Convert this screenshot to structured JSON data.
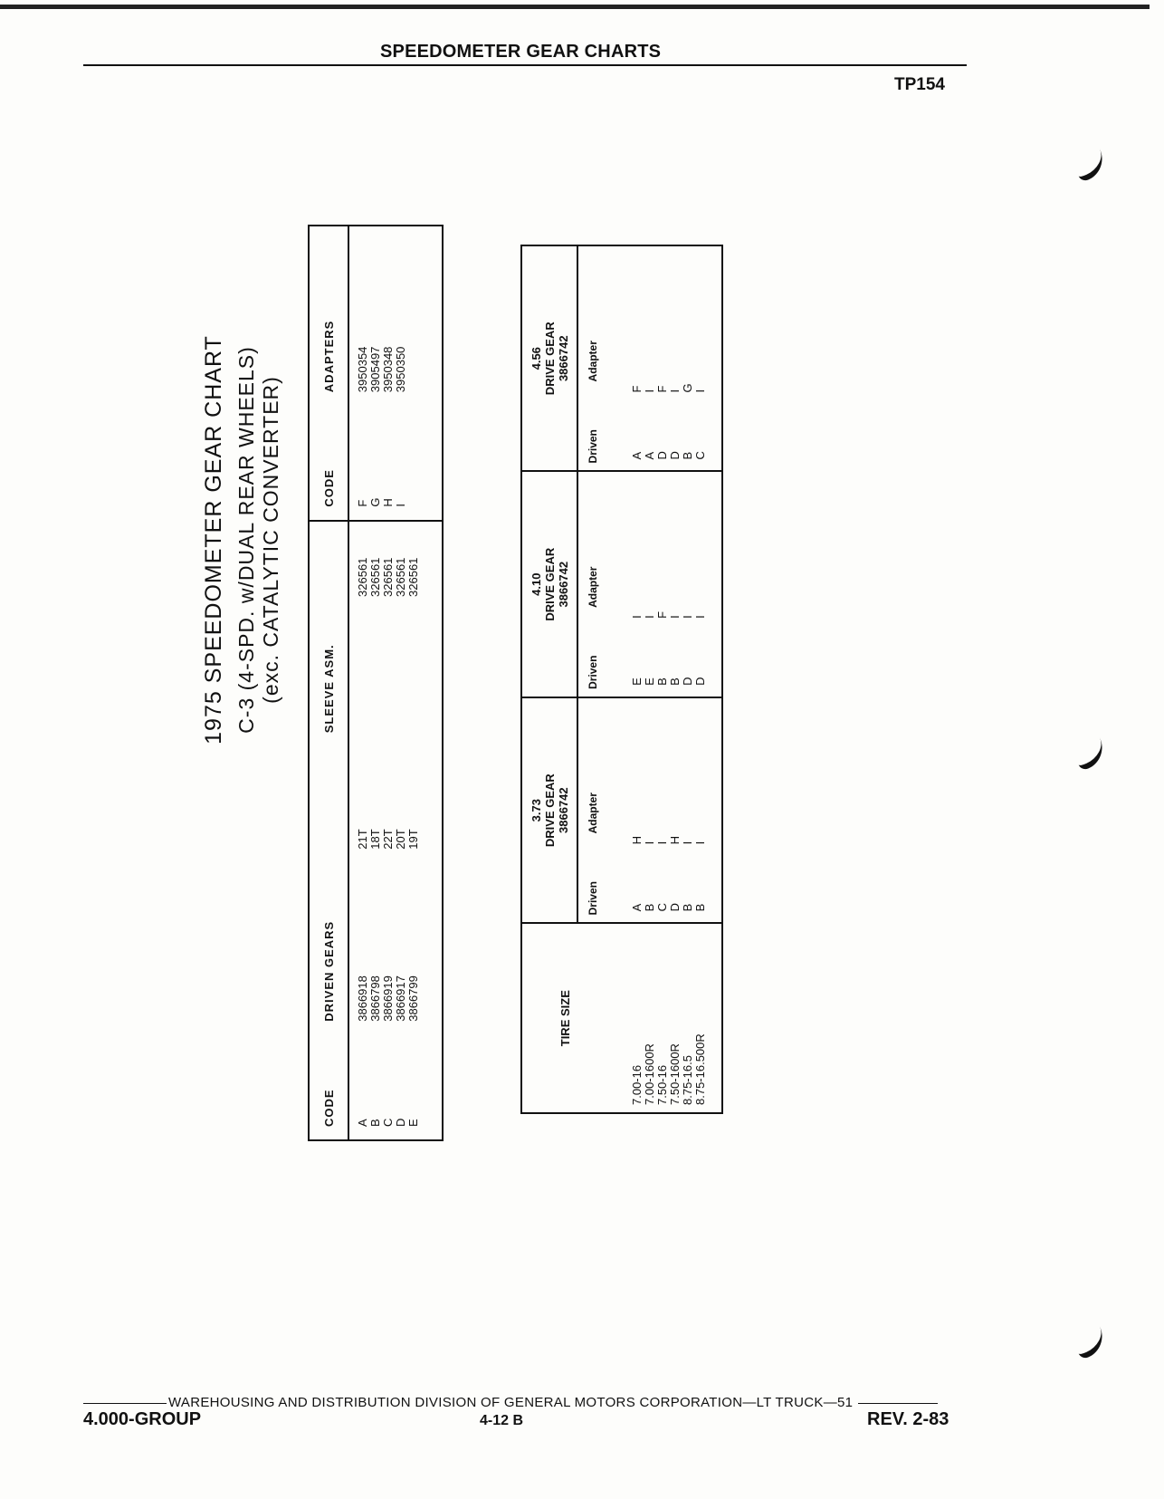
{
  "header": {
    "title": "SPEEDOMETER GEAR CHARTS",
    "page_code": "TP154"
  },
  "chart_title": {
    "line1": "1975 SPEEDOMETER GEAR CHART",
    "line2": "C-3 (4-SPD. w/DUAL REAR WHEELS)",
    "line3": "(exc. CATALYTIC CONVERTER)"
  },
  "gear_table": {
    "headers": {
      "code": "CODE",
      "driven_gears": "DRIVEN GEARS",
      "sleeve": "SLEEVE ASM.",
      "adapter_code": "CODE",
      "adapters": "ADAPTERS"
    },
    "driven_rows": [
      {
        "code": "A",
        "part": "3866918",
        "teeth": "21T",
        "sleeve": "326561"
      },
      {
        "code": "B",
        "part": "3866798",
        "teeth": "18T",
        "sleeve": "326561"
      },
      {
        "code": "C",
        "part": "3866919",
        "teeth": "22T",
        "sleeve": "326561"
      },
      {
        "code": "D",
        "part": "3866917",
        "teeth": "20T",
        "sleeve": "326561"
      },
      {
        "code": "E",
        "part": "3866799",
        "teeth": "19T",
        "sleeve": "326561"
      }
    ],
    "adapter_rows": [
      {
        "code": "F",
        "part": "3950354"
      },
      {
        "code": "G",
        "part": "3905497"
      },
      {
        "code": "H",
        "part": "3950348"
      },
      {
        "code": "I",
        "part": "3950350"
      }
    ]
  },
  "tire_table": {
    "tire_header": "TIRE SIZE",
    "driven_label": "Driven",
    "adapter_label": "Adapter",
    "groups": [
      {
        "ratio": "3.73",
        "label": "DRIVE GEAR",
        "part": "3866742"
      },
      {
        "ratio": "4.10",
        "label": "DRIVE GEAR",
        "part": "3866742"
      },
      {
        "ratio": "4.56",
        "label": "DRIVE GEAR",
        "part": "3866742"
      }
    ],
    "rows": [
      {
        "tire": "7.00-16",
        "g1": [
          "A",
          "H"
        ],
        "g2": [
          "E",
          "I"
        ],
        "g3": [
          "A",
          "F"
        ]
      },
      {
        "tire": "7.00-1600R",
        "g1": [
          "B",
          "I"
        ],
        "g2": [
          "E",
          "I"
        ],
        "g3": [
          "A",
          "I"
        ]
      },
      {
        "tire": "7.50-16",
        "g1": [
          "C",
          "I"
        ],
        "g2": [
          "B",
          "F"
        ],
        "g3": [
          "D",
          "F"
        ]
      },
      {
        "tire": "7.50-1600R",
        "g1": [
          "D",
          "H"
        ],
        "g2": [
          "B",
          "I"
        ],
        "g3": [
          "D",
          "I"
        ]
      },
      {
        "tire": "8.75-16.5",
        "g1": [
          "B",
          "I"
        ],
        "g2": [
          "D",
          "I"
        ],
        "g3": [
          "B",
          "G"
        ]
      },
      {
        "tire": "8.75-16.500R",
        "g1": [
          "B",
          "I"
        ],
        "g2": [
          "D",
          "I"
        ],
        "g3": [
          "C",
          "I"
        ]
      }
    ]
  },
  "footer": {
    "division": "WAREHOUSING AND DISTRIBUTION  DIVISION OF GENERAL MOTORS CORPORATION—LT TRUCK—51",
    "group": "4.000-GROUP",
    "page": "4-12  B",
    "revision": "REV. 2-83"
  }
}
